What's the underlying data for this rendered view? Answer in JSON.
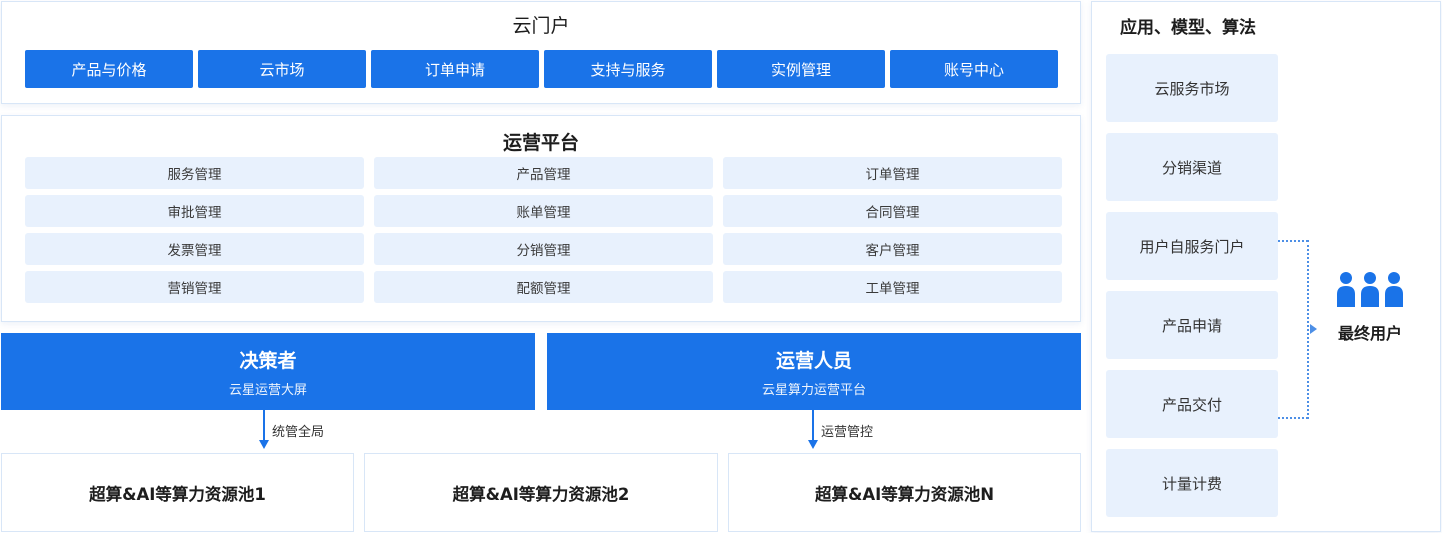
{
  "portal": {
    "title": "云门户",
    "buttons": [
      "产品与价格",
      "云市场",
      "订单申请",
      "支持与服务",
      "实例管理",
      "账号中心"
    ]
  },
  "ops": {
    "title": "运营平台",
    "cells": [
      "服务管理",
      "产品管理",
      "订单管理",
      "审批管理",
      "账单管理",
      "合同管理",
      "发票管理",
      "分销管理",
      "客户管理",
      "营销管理",
      "配额管理",
      "工单管理"
    ]
  },
  "roles": [
    {
      "title": "决策者",
      "subtitle": "云星运营大屏",
      "arrow_label": "统管全局"
    },
    {
      "title": "运营人员",
      "subtitle": "云星算力运营平台",
      "arrow_label": "运营管控"
    }
  ],
  "pools": [
    "超算&AI等算力资源池1",
    "超算&AI等算力资源池2",
    "超算&AI等算力资源池N"
  ],
  "apps": {
    "title": "应用、模型、算法",
    "items": [
      "云服务市场",
      "分销渠道",
      "用户自服务门户",
      "产品申请",
      "产品交付",
      "计量计费"
    ]
  },
  "end_user": {
    "label": "最终用户",
    "icon": "users-icon"
  },
  "colors": {
    "primary": "#1a73e8",
    "cell_bg": "#e8f1fd",
    "border": "#d8e6f7"
  }
}
